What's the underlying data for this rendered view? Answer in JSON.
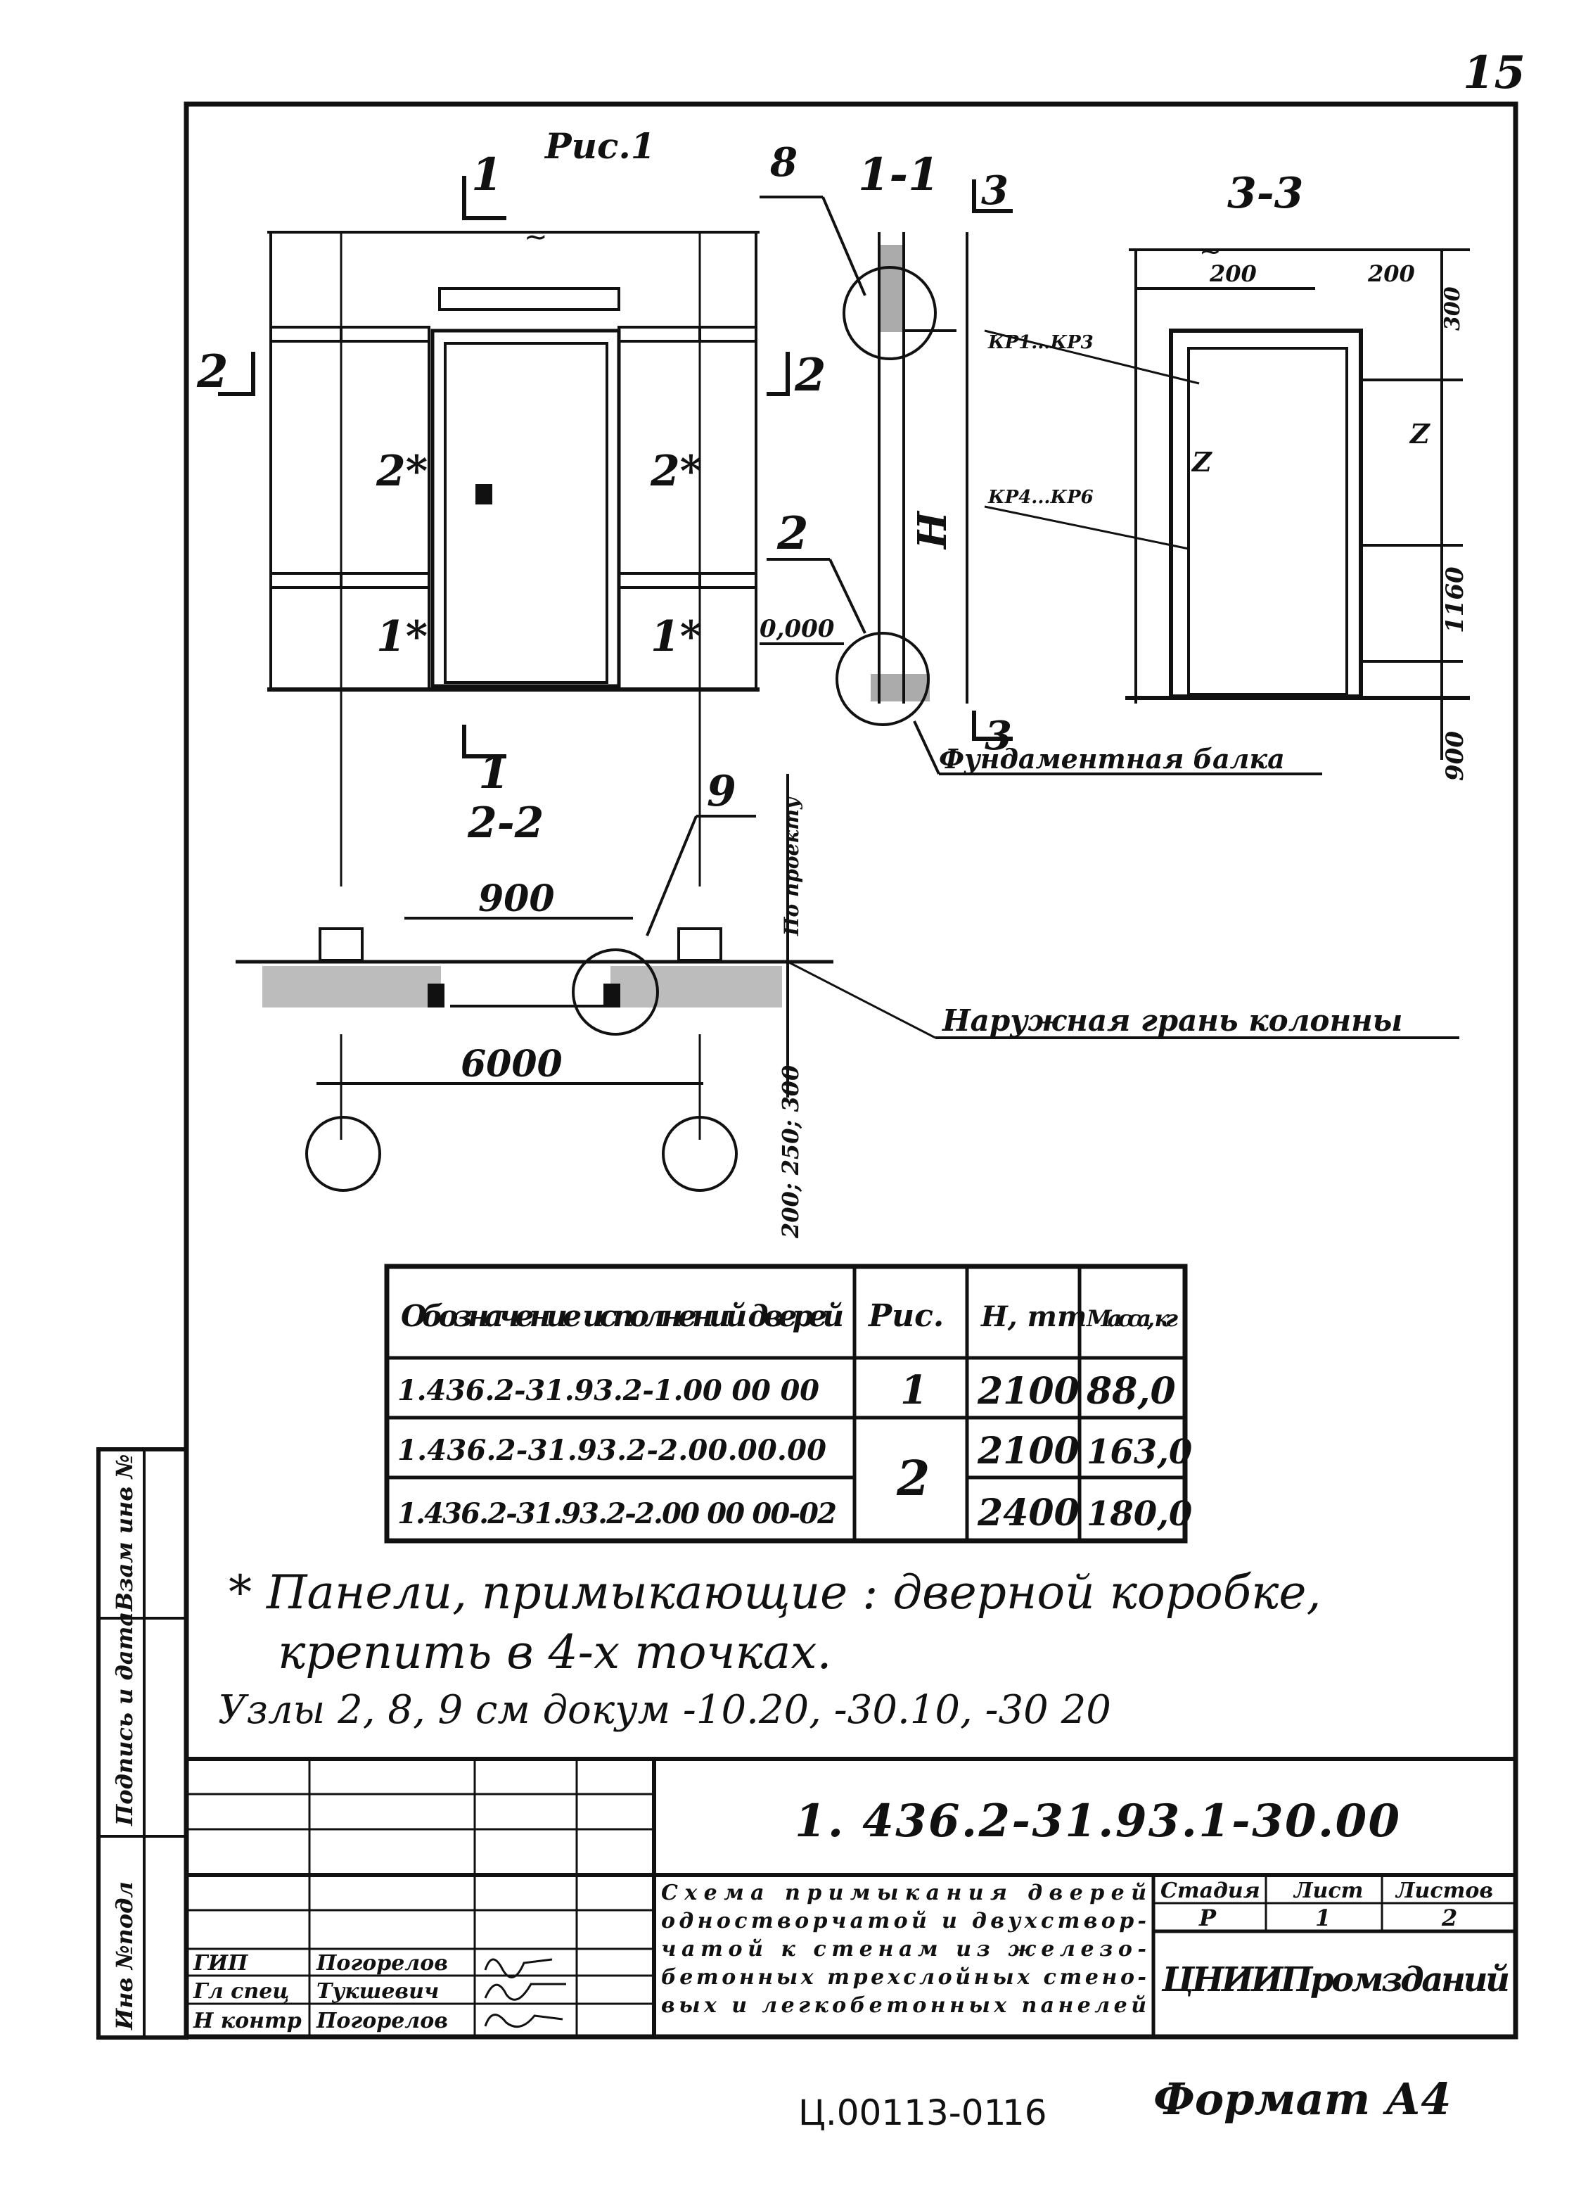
{
  "page_number": "15",
  "figure_label": "Рис.1",
  "sections": {
    "s1": "1-1",
    "s3": "3-3",
    "s2": "2-2",
    "cut1_top": "1",
    "cut1_bottom": "1",
    "cut2_left": "2",
    "cut2_right": "2",
    "cut3_top": "3",
    "cut3_bottom": "3"
  },
  "elevation": {
    "panel_2_left": "2*",
    "panel_2_right": "2*",
    "panel_1_left": "1*",
    "panel_1_right": "1*",
    "width_mark": "~"
  },
  "section_1_1": {
    "node_8": "8",
    "node_2": "2",
    "height_mark": "H",
    "level": "0,000",
    "kr_top": "КР1...КР3",
    "kr_mid": "КР4...КР6",
    "foundation": "Фундаментная балка",
    "node_3": "3"
  },
  "section_3_3": {
    "dim_200_left": "200",
    "dim_200_right": "200",
    "dim_300": "300",
    "dim_1160": "1160",
    "dim_900": "900",
    "mark_z_left": "Z",
    "mark_z_right": "Z",
    "width_mark": "~"
  },
  "section_2_2": {
    "dim_900": "900",
    "dim_6000": "6000",
    "node_9": "9",
    "by_project": "По проекту",
    "column_offset": "200; 250; 300",
    "outer_face": "Наружная грань колонны"
  },
  "table": {
    "headers": [
      "Обозначение исполнений дверей",
      "Рис.",
      "H, mm",
      "Масса, кг"
    ],
    "rows": [
      [
        "1.436.2-31.93.2-1.00 00 00",
        "1",
        "2100",
        "88,0"
      ],
      [
        "1.436.2-31.93.2-2.00.00.00",
        "2",
        "2100",
        "163,0"
      ],
      [
        "1.436.2-31.93.2-2.00 00 00-02",
        "",
        "2400",
        "180,0"
      ]
    ]
  },
  "notes": {
    "line1": "* Панели, примыкающие : дверной коробке,",
    "line2": "крепить в 4-х точках.",
    "line3": "Узлы 2, 8, 9 см докум -10.20, -30.10, -30 20"
  },
  "side_stamp": {
    "cell1": "Взам инв №",
    "cell2": "Подпись и дата",
    "cell3": "Инв №подл"
  },
  "title_block": {
    "designation": "1. 436.2-31.93.1-30.00",
    "title_lines": [
      "Схема примыкания дверей",
      "одностворчатой и двухствор-",
      "чатой к стенам из железо-",
      "бетонных трехслойных стено-",
      "вых и легкобетонных панелей"
    ],
    "stage_label": "Стадия",
    "sheet_label": "Лист",
    "sheets_label": "Листов",
    "stage": "Р",
    "sheet": "1",
    "sheets": "2",
    "org": "ЦНИИПромзданий",
    "people": [
      {
        "role": "ГИП",
        "name": "Погорелов"
      },
      {
        "role": "Гл спец",
        "name": "Тукшевич"
      },
      {
        "role": "Н контр",
        "name": "Погорелов"
      }
    ]
  },
  "footer": {
    "code": "Ц.00113-01",
    "number": "16",
    "format": "Формат А4"
  }
}
